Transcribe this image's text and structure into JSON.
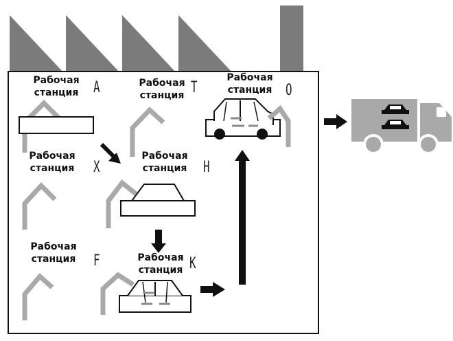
{
  "colors": {
    "roof": "#7b7b7b",
    "arm": "#a9a9a9",
    "outline": "#111111",
    "background": "#ffffff",
    "car_detail": "#8a8a8a"
  },
  "stations": [
    {
      "id": "A",
      "label_line1": "Рабочая",
      "label_line2": "станция",
      "letter": "A"
    },
    {
      "id": "T",
      "label_line1": "Рабочая",
      "label_line2": "станция",
      "letter": "T"
    },
    {
      "id": "O",
      "label_line1": "Рабочая",
      "label_line2": "станция",
      "letter": "O"
    },
    {
      "id": "X",
      "label_line1": "Рабочая",
      "label_line2": "станция",
      "letter": "X"
    },
    {
      "id": "H",
      "label_line1": "Рабочая",
      "label_line2": "станция",
      "letter": "H"
    },
    {
      "id": "F",
      "label_line1": "Рабочая",
      "label_line2": "станция",
      "letter": "F"
    },
    {
      "id": "K",
      "label_line1": "Рабочая",
      "label_line2": "станция",
      "letter": "K"
    }
  ]
}
